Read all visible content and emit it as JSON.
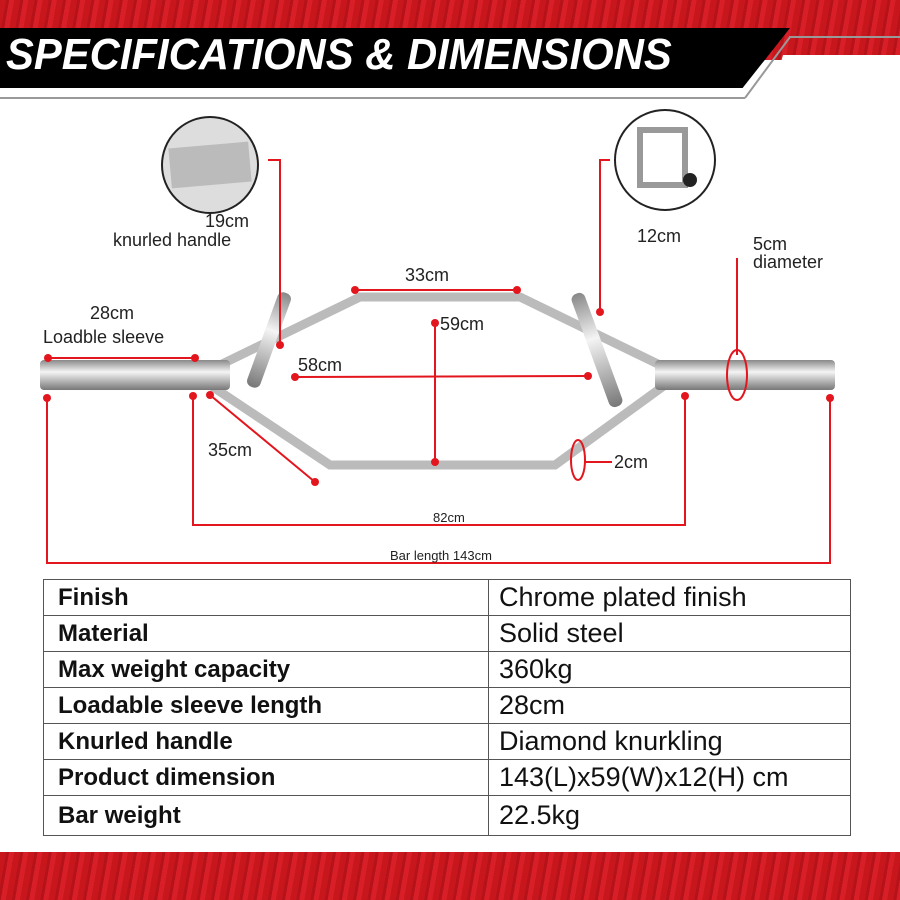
{
  "title": "SPECIFICATIONS & DIMENSIONS",
  "callouts": {
    "handle_length": "19cm",
    "handle_label": "knurled handle",
    "handle_height": "12cm",
    "sleeve_diameter": "5cm",
    "sleeve_diameter_label": "diameter",
    "sleeve_length": "28cm",
    "sleeve_label": "Loadble sleeve",
    "top_bar": "33cm",
    "inner_height": "59cm",
    "inner_width": "58cm",
    "side_bar": "35cm",
    "tube_diameter": "2cm",
    "frame_length": "82cm",
    "bar_length": "Bar length 143cm"
  },
  "colors": {
    "accent": "#e3161e",
    "header_bg": "#000000"
  },
  "specs": [
    {
      "label": "Finish",
      "value": "Chrome plated finish"
    },
    {
      "label": "Material",
      "value": "Solid steel"
    },
    {
      "label": "Max weight capacity",
      "value": "360kg"
    },
    {
      "label": "Loadable sleeve length",
      "value": "28cm"
    },
    {
      "label": "Knurled handle",
      "value": "Diamond knurkling"
    },
    {
      "label": "Product dimension",
      "value": "143(L)x59(W)x12(H) cm"
    },
    {
      "label": "Bar weight",
      "value": "22.5kg"
    }
  ]
}
